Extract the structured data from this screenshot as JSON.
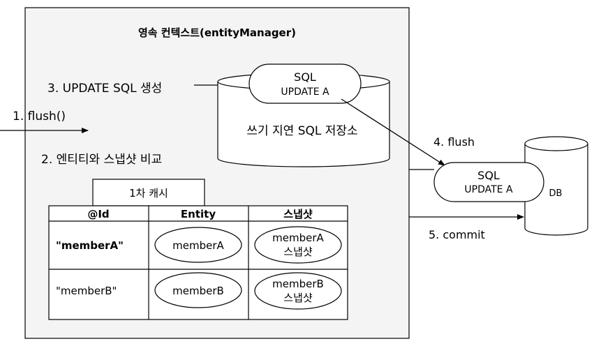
{
  "context": {
    "title": "영속 컨텍스트(entityManager)"
  },
  "steps": {
    "flush_call": "1. flush()",
    "compare": "2. 엔티티와 스냅샷 비교",
    "update_sql": "3. UPDATE SQL 생성",
    "flush": "4. flush",
    "commit": "5. commit"
  },
  "write_store": {
    "label": "쓰기 지연 SQL 저장소",
    "sql_title": "SQL",
    "sql_body": "UPDATE A"
  },
  "db": {
    "label": "DB",
    "sql_title": "SQL",
    "sql_body": "UPDATE A"
  },
  "cache": {
    "label": "1차 캐시",
    "headers": [
      "@Id",
      "Entity",
      "스냅샷"
    ],
    "rows": [
      {
        "id": "\"memberA\"",
        "entity": "memberA",
        "snapshot_line1": "memberA",
        "snapshot_line2": "스냅샷"
      },
      {
        "id": "\"memberB\"",
        "entity": "memberB",
        "snapshot_line1": "memberB",
        "snapshot_line2": "스냅샷"
      }
    ]
  },
  "colors": {
    "context_fill": "#f4f4f4",
    "stroke": "#000000",
    "white": "#ffffff"
  }
}
